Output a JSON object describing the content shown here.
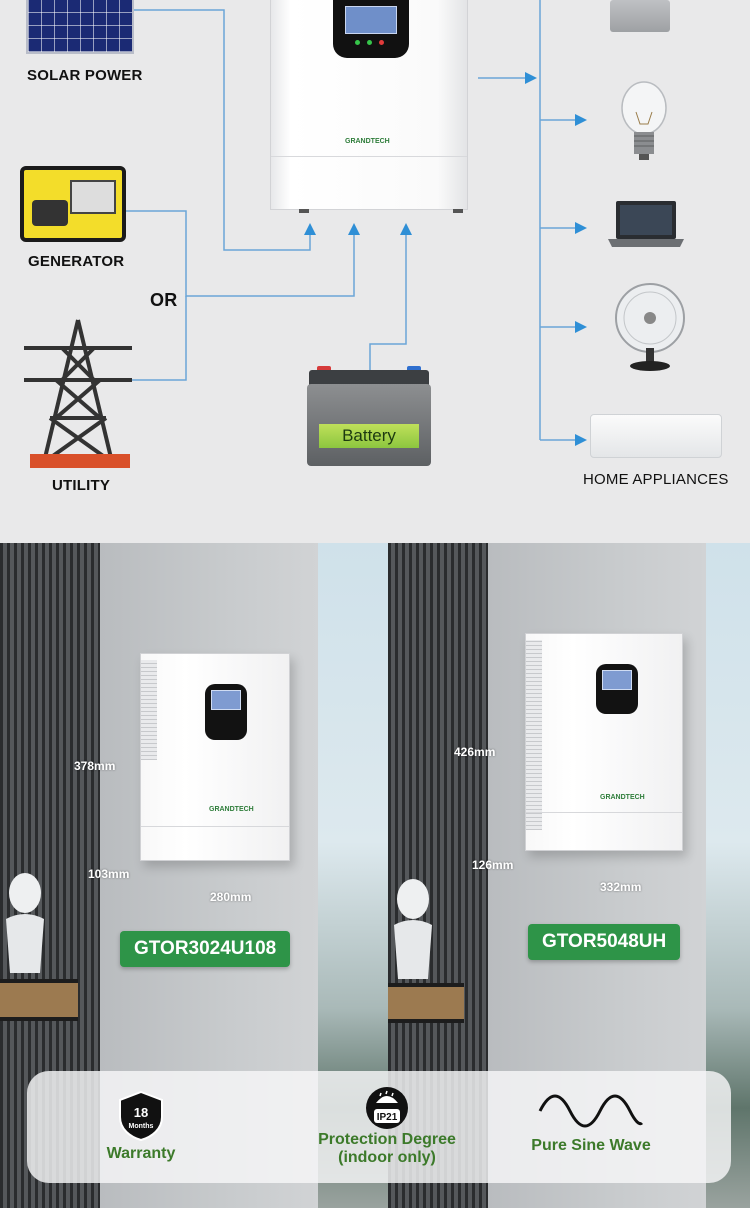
{
  "diagram": {
    "labels": {
      "solar": "SOLAR POWER",
      "generator": "GENERATOR",
      "or": "OR",
      "utility": "UTILITY",
      "appliances": "HOME APPLIANCES",
      "battery": "Battery"
    },
    "arrow_color": "#2f8fd6"
  },
  "products": [
    {
      "model": "GTOR3024U108",
      "height": "378mm",
      "depth": "103mm",
      "width": "280mm",
      "brand": "GRANDTECH"
    },
    {
      "model": "GTOR5048UH",
      "height": "426mm",
      "depth": "126mm",
      "width": "332mm",
      "brand": "GRANDTECH"
    }
  ],
  "features": {
    "warranty": {
      "badge_top": "18",
      "badge_bottom": "Months",
      "label": "Warranty"
    },
    "protection": {
      "badge": "IP21",
      "label_line1": "Protection Degree",
      "label_line2": "(indoor only)"
    },
    "wave": {
      "label": "Pure Sine Wave"
    }
  },
  "colors": {
    "brand_green": "#2e9448",
    "feature_text": "#3c7a2a"
  }
}
